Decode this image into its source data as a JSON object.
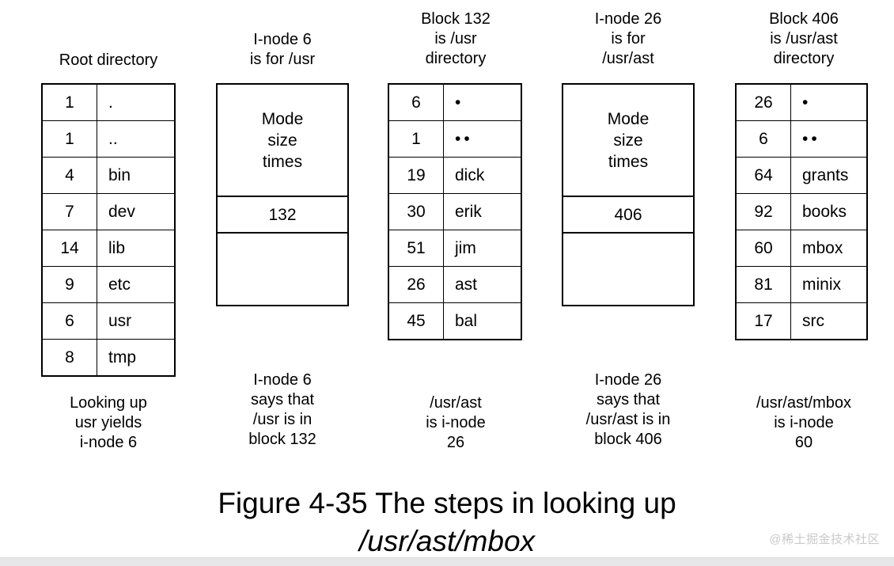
{
  "figure": {
    "title_line1": "Figure 4-35 The steps in looking up",
    "title_line2": "/usr/ast/mbox"
  },
  "watermark": "@稀土掘金技术社区",
  "colors": {
    "background": "#ffffff",
    "ink": "#000000",
    "watermark": "#c9c9c9",
    "bottom_strip": "#e7e7e9"
  },
  "columns": [
    {
      "id": "root-directory",
      "kind": "directory-table",
      "header": "Root directory",
      "footer": "Looking up\nusr yields\ni-node 6",
      "rows": [
        {
          "inode": "1",
          "name": "."
        },
        {
          "inode": "1",
          "name": ".."
        },
        {
          "inode": "4",
          "name": "bin"
        },
        {
          "inode": "7",
          "name": "dev"
        },
        {
          "inode": "14",
          "name": "lib"
        },
        {
          "inode": "9",
          "name": "etc"
        },
        {
          "inode": "6",
          "name": "usr"
        },
        {
          "inode": "8",
          "name": "tmp"
        }
      ]
    },
    {
      "id": "inode-6",
      "kind": "inode-box",
      "header": "I-node 6\nis for /usr",
      "footer": "I-node 6\nsays that\n/usr is in\nblock 132",
      "cells": [
        {
          "text": "Mode\nsize\ntimes",
          "height": 142
        },
        {
          "text": "132",
          "height": 46
        },
        {
          "text": "",
          "height": 94
        }
      ]
    },
    {
      "id": "block-132",
      "kind": "directory-table",
      "header": "Block 132\nis /usr\ndirectory",
      "footer": "/usr/ast\nis i-node\n26",
      "rows": [
        {
          "inode": "6",
          "name": "•",
          "glyph": "dot1"
        },
        {
          "inode": "1",
          "name": "••",
          "glyph": "dot2"
        },
        {
          "inode": "19",
          "name": "dick"
        },
        {
          "inode": "30",
          "name": "erik"
        },
        {
          "inode": "51",
          "name": "jim"
        },
        {
          "inode": "26",
          "name": "ast"
        },
        {
          "inode": "45",
          "name": "bal"
        }
      ]
    },
    {
      "id": "inode-26",
      "kind": "inode-box",
      "header": "I-node 26\nis for\n/usr/ast",
      "footer": "I-node 26\nsays that\n/usr/ast is in\nblock 406",
      "cells": [
        {
          "text": "Mode\nsize\ntimes",
          "height": 142
        },
        {
          "text": "406",
          "height": 46
        },
        {
          "text": "",
          "height": 94
        }
      ]
    },
    {
      "id": "block-406",
      "kind": "directory-table",
      "header": "Block 406\nis /usr/ast\ndirectory",
      "footer": "/usr/ast/mbox\nis i-node\n60",
      "rows": [
        {
          "inode": "26",
          "name": "•",
          "glyph": "dot1"
        },
        {
          "inode": "6",
          "name": "••",
          "glyph": "dot2"
        },
        {
          "inode": "64",
          "name": "grants"
        },
        {
          "inode": "92",
          "name": "books"
        },
        {
          "inode": "60",
          "name": "mbox"
        },
        {
          "inode": "81",
          "name": "minix"
        },
        {
          "inode": "17",
          "name": "src"
        }
      ]
    }
  ]
}
